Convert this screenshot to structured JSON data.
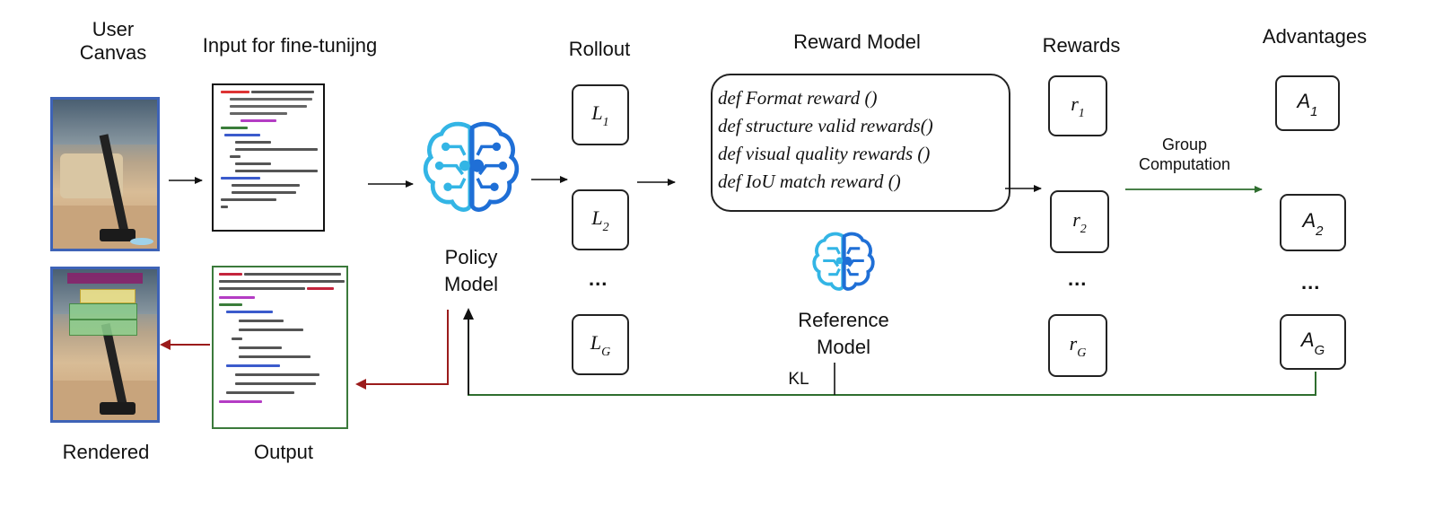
{
  "labels": {
    "user_canvas": "User\nCanvas",
    "input": "Input for fine-tunijng",
    "rollout": "Rollout",
    "reward_model": "Reward Model",
    "rewards": "Rewards",
    "advantages": "Advantages",
    "policy_model": "Policy\nModel",
    "reference_model": "Reference\nModel",
    "group_computation": "Group\nComputation",
    "kl": "KL",
    "rendered": "Rendered",
    "output": "Output",
    "ellipsis": "..."
  },
  "reward_functions": [
    "def Format reward ()",
    "def structure valid rewards()",
    "def visual quality rewards ()",
    "def IoU match reward ()"
  ],
  "rollouts": [
    {
      "base": "L",
      "sub": "1"
    },
    {
      "base": "L",
      "sub": "2"
    },
    {
      "base": "L",
      "sub": "G"
    }
  ],
  "rewards": [
    {
      "base": "r",
      "sub": "1"
    },
    {
      "base": "r",
      "sub": "2"
    },
    {
      "base": "r",
      "sub": "G"
    }
  ],
  "advantages": [
    {
      "base": "A",
      "sub": "1"
    },
    {
      "base": "A",
      "sub": "2"
    },
    {
      "base": "A",
      "sub": "G"
    }
  ],
  "colors": {
    "black_arrow": "#111111",
    "red_arrow": "#9b1b1b",
    "green_arrow": "#2f6e2f",
    "brain_blue": "#1f6fd6",
    "brain_cyan": "#33b5e5",
    "photo_border": "#3e63b7",
    "output_border": "#3b7a3b"
  },
  "icons": {
    "policy": "brain-circuit-icon",
    "reference": "brain-circuit-icon"
  }
}
